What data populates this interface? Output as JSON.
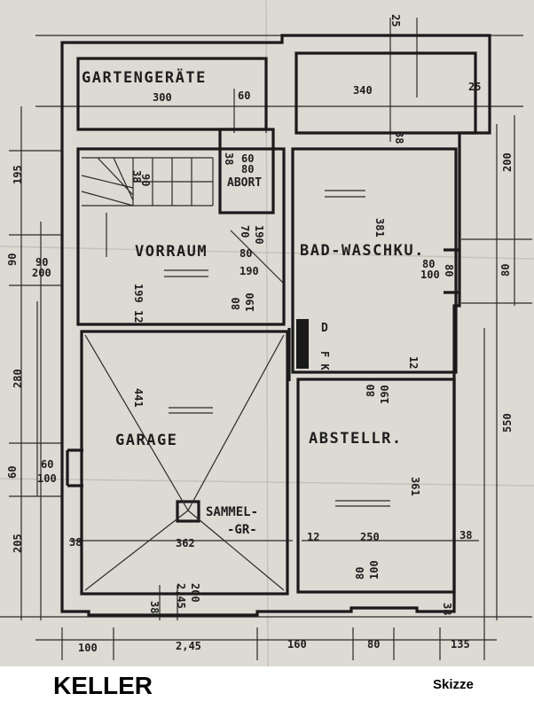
{
  "footer": {
    "title": "KELLER",
    "subtitle": "Skizze"
  },
  "rooms": {
    "gartengeraete": "GARTENGERÄTE",
    "abort": "ABORT",
    "vorraum": "VORRAUM",
    "bad": "BAD-WASCHKU.",
    "garage": "GARAGE",
    "abstell": "ABSTELLR.",
    "sammel": "SAMMEL-",
    "sammel2": "-GR-",
    "d": "D",
    "fk": "F K"
  },
  "dims": {
    "top_25": "25",
    "top_300": "300",
    "top_60": "60",
    "top_340": "340",
    "top_25b": "25",
    "left_195": "195",
    "left_90": "90",
    "left_280": "280",
    "left_60": "60",
    "left_205": "205",
    "right_200": "200",
    "right_80": "80",
    "right_550": "550",
    "bottom_100": "100",
    "bottom_245": "2,45",
    "bottom_160": "160",
    "bottom_80": "80",
    "bottom_135": "135",
    "stair_38": "38",
    "stair_90": "90",
    "abort_38": "38",
    "abort_60": "60",
    "abort_80": "80",
    "door_90": "90",
    "door_200": "200",
    "vor_70": "70",
    "vor_190": "190",
    "vor_80": "80",
    "vor_190b": "190",
    "vor_199": "199",
    "vor_12": "12",
    "vor_80b": "80",
    "vor_190c": "190",
    "bad_381": "381",
    "bad_80": "80",
    "bad_100": "100",
    "bad_80v": "80",
    "gar_441": "441",
    "gar_60": "60",
    "gar_100": "100",
    "gar_38": "38",
    "gar_362": "362",
    "gar_38b": "38",
    "gar_245": "2,45",
    "gar_200": "200",
    "abs_80": "80",
    "abs_190": "190",
    "abs_12": "12",
    "abs_361": "361",
    "abs_12b": "12",
    "abs_250": "250",
    "abs_38": "38",
    "abs_80b": "80",
    "abs_100": "100",
    "abs_38b": "38"
  },
  "colors": {
    "paper": "#ddd9d3",
    "ink": "#1a1a1a"
  }
}
